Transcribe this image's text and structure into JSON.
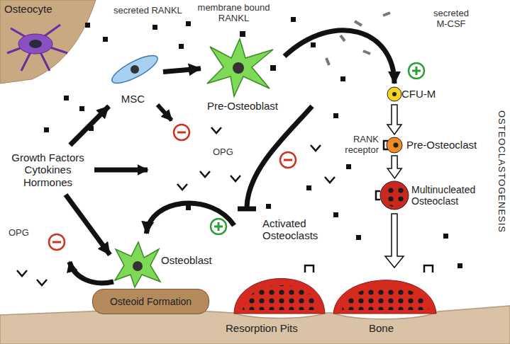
{
  "diagram": {
    "nodes": [
      {
        "text": [
          "Osteocyte"
        ]
      },
      {
        "text": [
          "MSC"
        ]
      },
      {
        "text": [
          "Pre-Osteoblast"
        ]
      },
      {
        "text": [
          "CFU-M"
        ]
      },
      {
        "text": [
          "Growth Factors Cytokines Hormones"
        ]
      },
      {
        "text": [
          "Pre-Osteoclast"
        ]
      },
      {
        "text": [
          "Multinucleated Osteoclast"
        ]
      },
      {
        "text": [
          "Activated Osteoclasts"
        ]
      },
      {
        "text": [
          "Osteoblast"
        ]
      },
      {
        "text": [
          "Osteoid Formation"
        ]
      }
    ],
    "edges": [
      {
        "from": 4,
        "to": 1,
        "arrow": "to"
      },
      {
        "from": 4,
        "to": 8,
        "arrow": "to"
      },
      {
        "from": 1,
        "to": 2,
        "arrow": "to"
      },
      {
        "from": 2,
        "to": 3,
        "arrow": "to"
      },
      {
        "from": 3,
        "to": 5,
        "arrow": "to"
      },
      {
        "from": 5,
        "to": 6,
        "arrow": "to"
      },
      {
        "from": 7,
        "to": 8,
        "arrow": "to"
      }
    ],
    "labels": [
      "secreted RANKL",
      "membrane bound RANKL",
      "secreted M-CSF",
      "OPG",
      "RANK receptor",
      "OPG",
      "Resorption Pits",
      "Bone",
      "OSTEOCLASTOGENESIS"
    ]
  }
}
